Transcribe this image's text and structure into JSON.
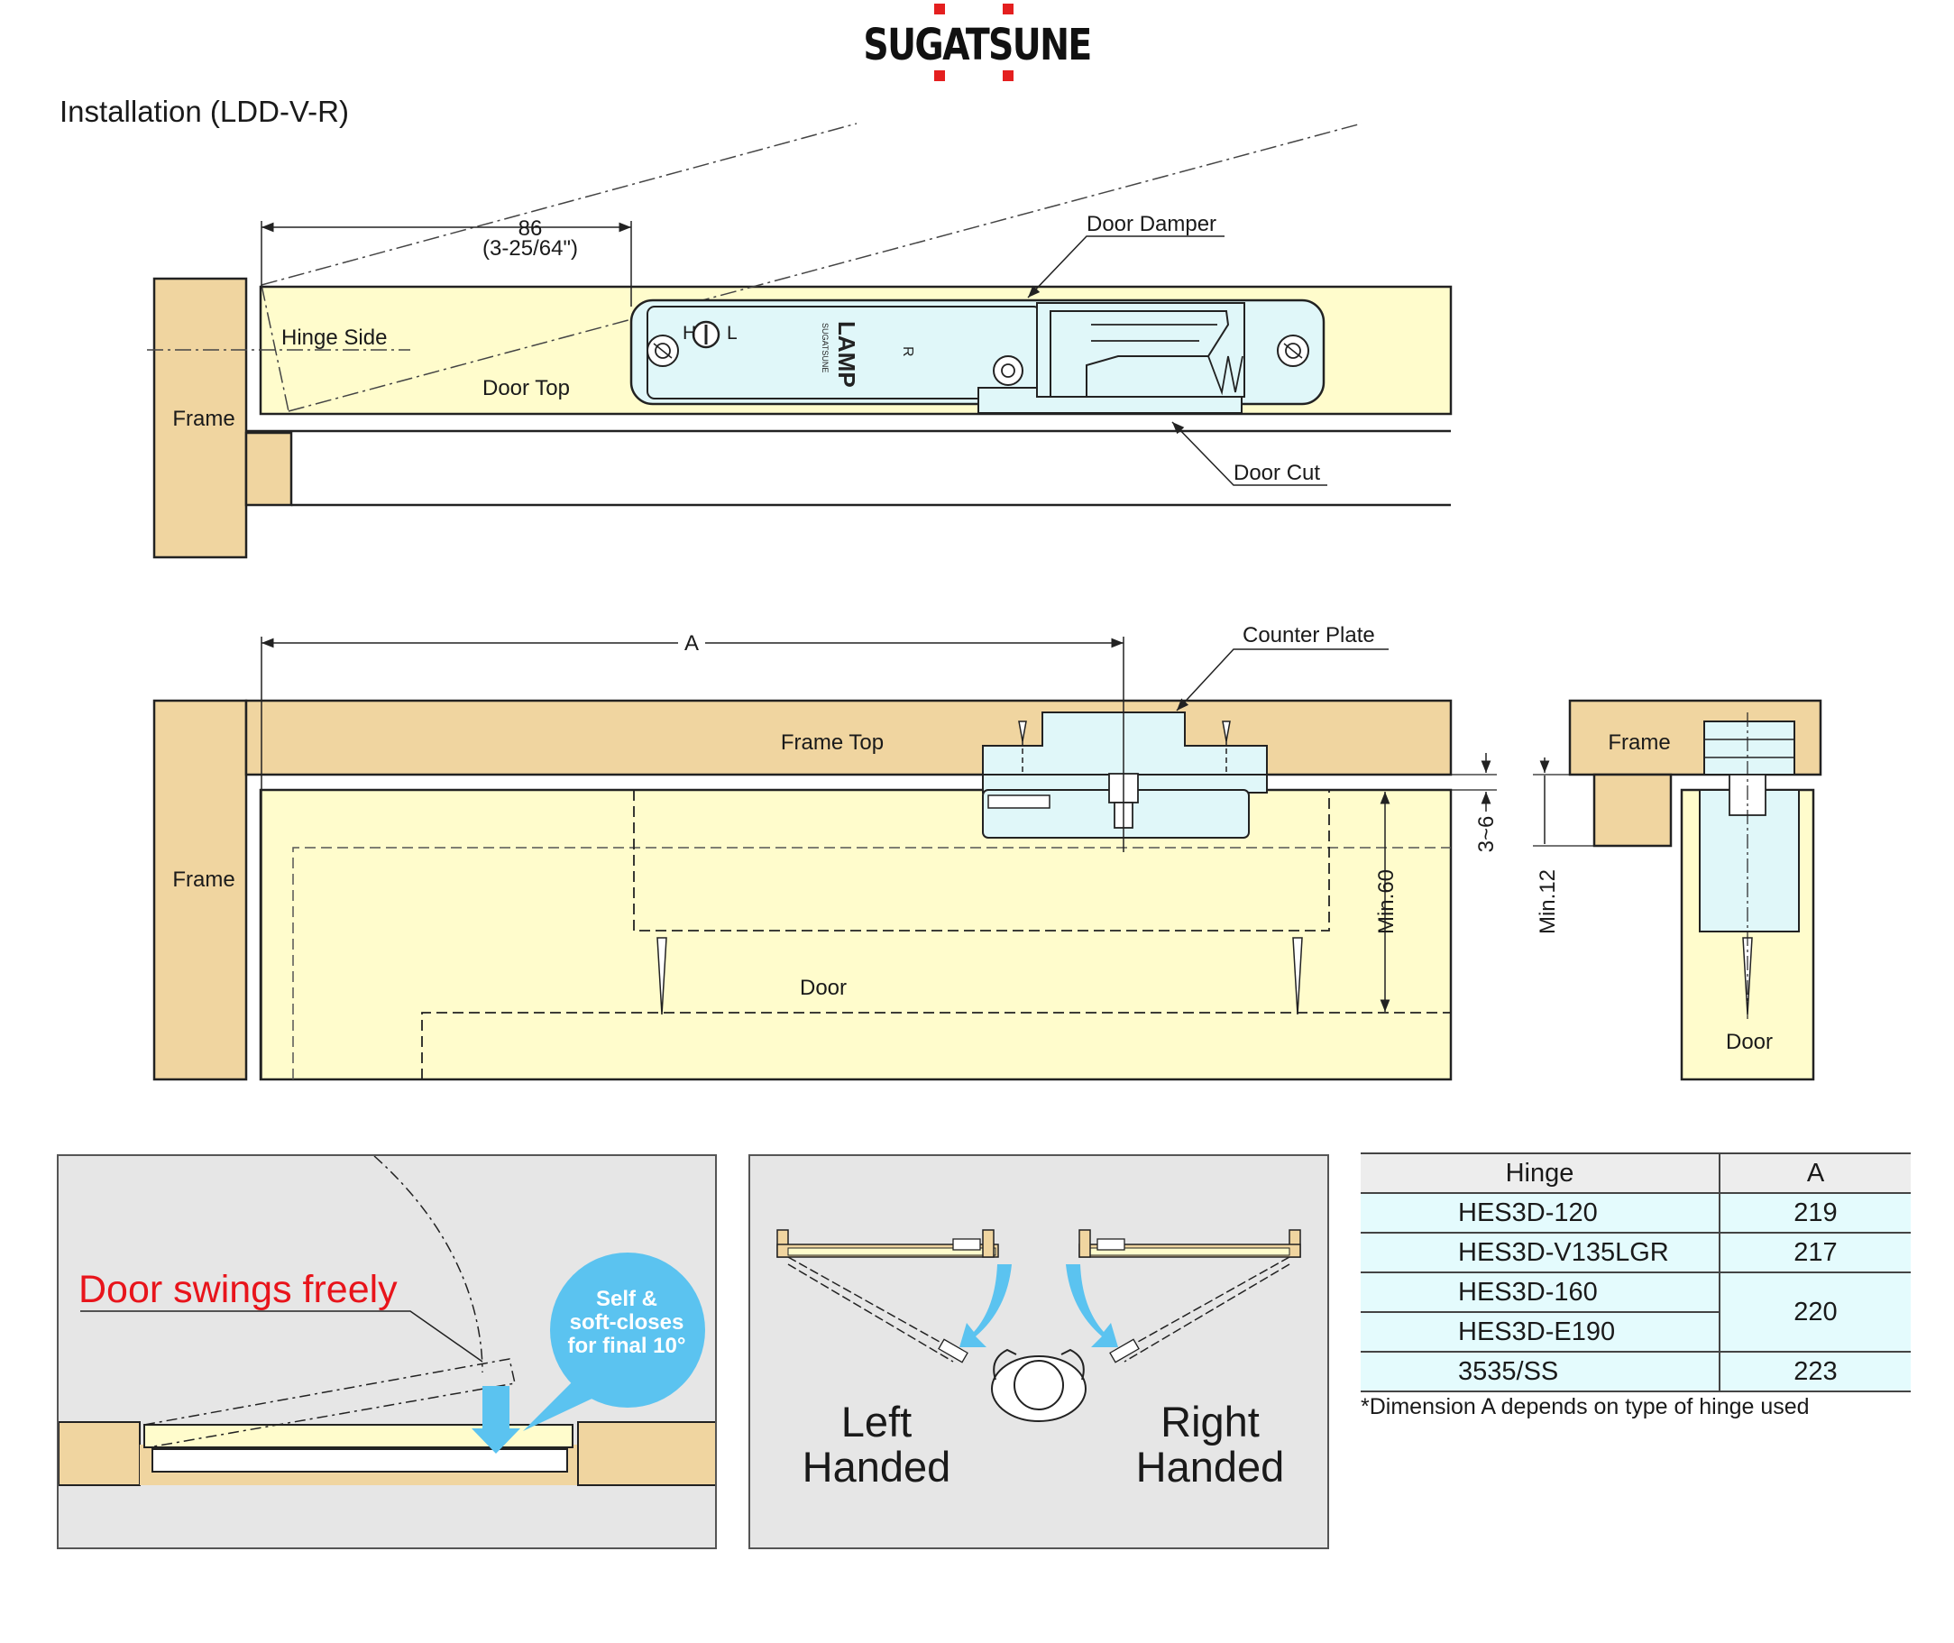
{
  "brand": {
    "name": "SUGATSUNE"
  },
  "title": "Installation (LDD-V-R)",
  "top_view": {
    "dimension_value": "86",
    "dimension_inch": "(3-25/64\")",
    "label_door_damper": "Door Damper",
    "label_hinge_side": "Hinge Side",
    "label_door_top": "Door Top",
    "label_frame": "Frame",
    "label_door_cut": "Door Cut",
    "damper_brand": "LAMP",
    "damper_maker": "SUGATSUNE",
    "damper_marking": "R",
    "damper_h": "H",
    "damper_l": "L"
  },
  "section_view": {
    "dimension_a": "A",
    "label_counter_plate": "Counter Plate",
    "label_frame_top": "Frame Top",
    "label_frame": "Frame",
    "label_door": "Door",
    "dim_min60": "Min.60",
    "dim_3_6": "3~6",
    "dim_min12": "Min.12",
    "side_label_frame": "Frame",
    "side_label_door": "Door"
  },
  "panel_swing": {
    "caption": "Door swings freely",
    "bubble_line1": "Self &",
    "bubble_line2": "soft-closes",
    "bubble_line3": "for final 10°",
    "caption_color": "#e8141b",
    "bubble_color": "#5bc3f0"
  },
  "panel_hand": {
    "left_line1": "Left",
    "left_line2": "Handed",
    "right_line1": "Right",
    "right_line2": "Handed",
    "arrow_color": "#5bc3f0"
  },
  "hinge_table": {
    "headers": [
      "Hinge",
      "A"
    ],
    "rows": [
      {
        "hinge": "HES3D-120",
        "a": "219"
      },
      {
        "hinge": "HES3D-V135LGR",
        "a": "217"
      },
      {
        "hinge": "HES3D-160",
        "a": "220"
      },
      {
        "hinge": "HES3D-E190",
        "a": ""
      },
      {
        "hinge": "3535/SS",
        "a": "223"
      }
    ],
    "note": "*Dimension A depends on type of hinge used"
  },
  "colors": {
    "frame": "#f0d5a0",
    "door": "#fffccc",
    "damper": "#e0f7f9",
    "accent_red": "#e41f1f"
  }
}
